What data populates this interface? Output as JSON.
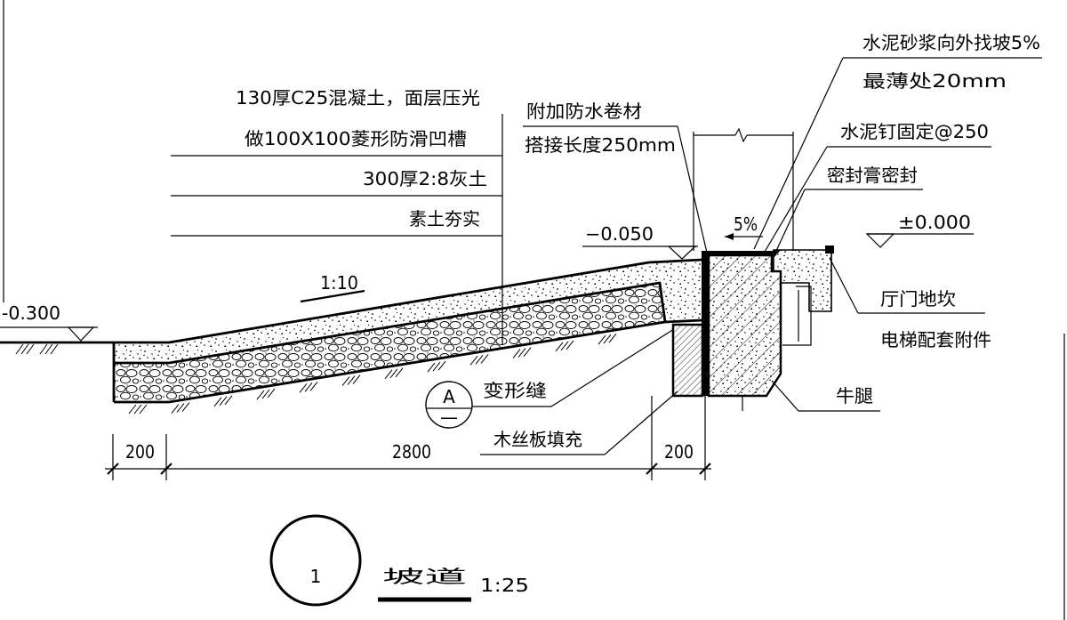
{
  "drawing": {
    "notes": {
      "mortar_slope": "水泥砂浆向外找坡5%",
      "min_thickness": "最薄处20mm",
      "concrete": "130厚C25混凝土，面层压光",
      "grooves": "做100X100菱形防滑凹槽",
      "membrane": "附加防水卷材",
      "overlap": "搭接长度250mm",
      "nails": "水泥钉固定@250",
      "lime_soil": "300厚2:8灰土",
      "sealant": "密封膏密封",
      "subgrade": "素土夯实",
      "sill": "厅门地坎",
      "accessory": "电梯配套附件",
      "joint": "变形缝",
      "filler": "木丝板填充",
      "corbel": "牛腿"
    },
    "levels": {
      "ramp_top": "−0.050",
      "floor": "±0.000",
      "ground": "-0.300"
    },
    "slopes": {
      "ramp": "1:10",
      "sill": "5%"
    },
    "dimensions": [
      "200",
      "2800",
      "200"
    ],
    "section_ref": {
      "label": "A",
      "sheet": "—"
    },
    "title": {
      "number": "1",
      "name": "坡道",
      "scale": "1:25"
    }
  }
}
